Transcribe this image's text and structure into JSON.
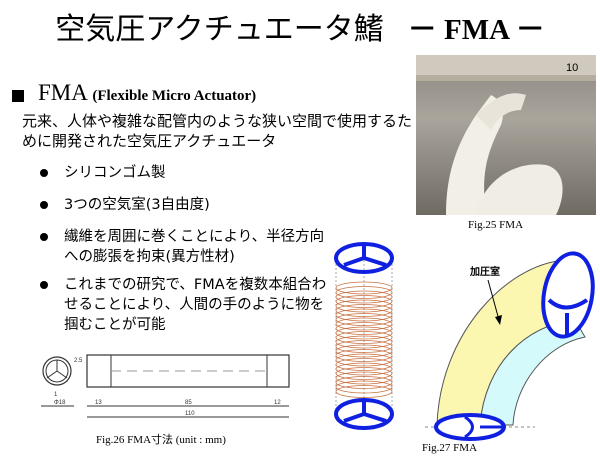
{
  "title": {
    "jp": "空気圧アクチュエータ鰭",
    "en": "－ FMA －"
  },
  "section": {
    "heading": "FMA",
    "heading_sub": "(Flexible Micro Actuator)"
  },
  "intro": "元来、人体や複雑な配管内のような狭い空間で使用するために開発された空気圧アクチュエータ",
  "bullets": [
    {
      "text": "シリコンゴム製"
    },
    {
      "text": "3つの空気室(3自由度)"
    },
    {
      "text": "繊維を周囲に巻くことにより、半径方向への膨張を拘束(異方性材)"
    },
    {
      "text": "これまでの研究で、FMAを複数本組合わせることにより、人間の手のように物を掴むことが可能"
    }
  ],
  "figures": {
    "fig25": {
      "caption": "Fig.25  FMA",
      "ruler_label": "10"
    },
    "fig26": {
      "caption": "Fig.26  FMA寸法 (unit : mm)",
      "dims": {
        "wall": "2.5",
        "thickness": "1",
        "diameter": "Φ18",
        "left": "13",
        "middle": "85",
        "right": "12",
        "total": "110"
      }
    },
    "fig27": {
      "caption": "Fig.27  FMA",
      "label": "加圧室"
    }
  },
  "colors": {
    "blue": "#1020e0",
    "yellow": "#fbf6b0",
    "cyan": "#d4fafc",
    "fiber": "#c87040"
  }
}
